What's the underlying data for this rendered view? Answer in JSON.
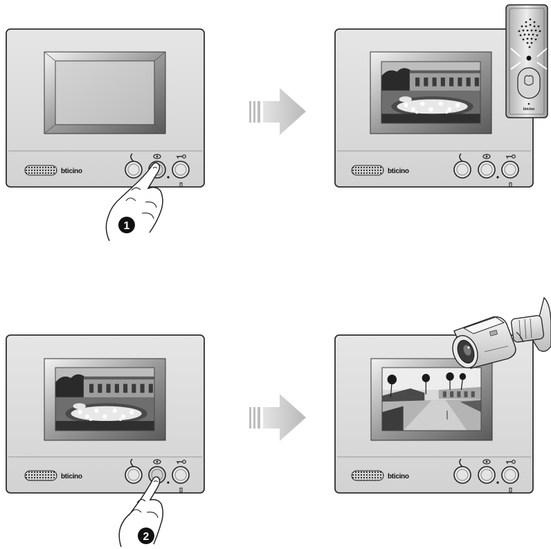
{
  "brand_label": "bticino",
  "panel_brand_label": "bticino",
  "steps": [
    {
      "number": "1"
    },
    {
      "number": "2"
    }
  ],
  "colors": {
    "frame": "#d9d9d9",
    "frame_stroke": "#333333",
    "screen_off": "#c8c8c8",
    "arrow": "#c9c9c9"
  },
  "icons": [
    "handset-icon",
    "eye-icon",
    "key-icon",
    "speaker-grille",
    "pressing-hand",
    "entrance-panel",
    "cctv-camera"
  ]
}
